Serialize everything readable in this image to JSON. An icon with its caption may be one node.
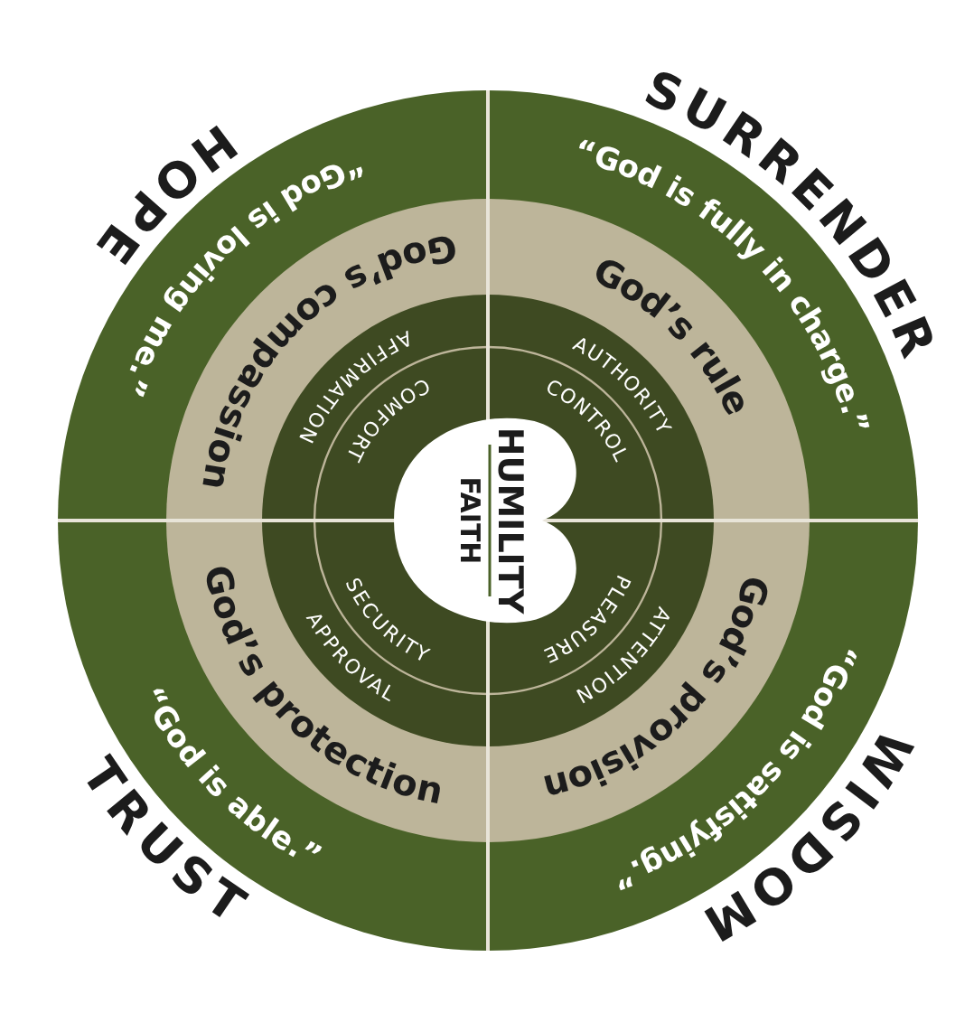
{
  "diagram": {
    "nodes": [
      {
        "text": [
          "HUMILITY",
          "FAITH"
        ]
      }
    ],
    "labels": [
      "HOPE",
      "“God is loving me.”",
      "God’s compassion",
      "AFFIRMATION",
      "COMFORT",
      "SURRENDER",
      "“God is fully in charge.”",
      "God’s rule",
      "AUTHORITY",
      "CONTROL",
      "TRUST",
      "“God is able.”",
      "God’s protection",
      "APPROVAL",
      "SECURITY",
      "WISDOM",
      "“God is satisfying.”",
      "God’s provision",
      "ATTENTION",
      "PLEASURE"
    ]
  }
}
